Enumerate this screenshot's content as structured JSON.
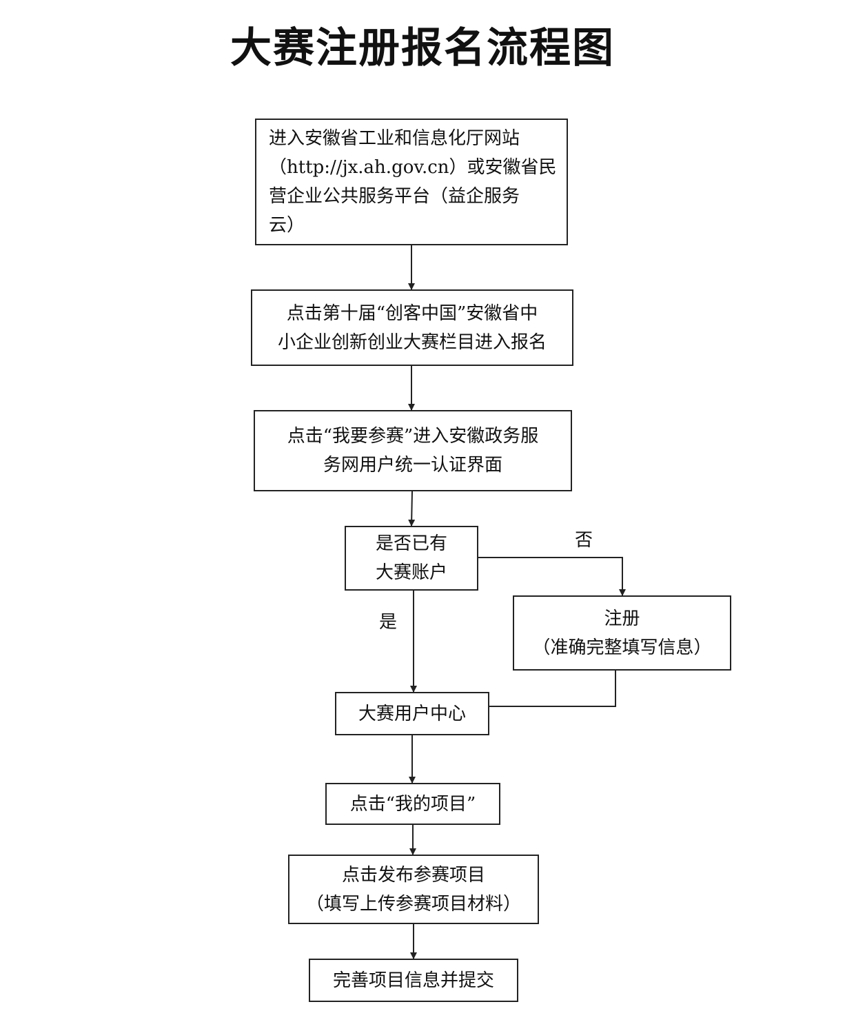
{
  "title": "大赛注册报名流程图",
  "nodes": {
    "step1": {
      "lines": [
        "进入安徽省工业和信息化厅网站",
        "（http://jx.ah.gov.cn）或安徽省民",
        "营企业公共服务平台（益企服务",
        "云）"
      ]
    },
    "step2": {
      "lines": [
        "点击第十届“创客中国”安徽省中",
        "小企业创新创业大赛栏目进入报名"
      ]
    },
    "step3": {
      "lines": [
        "点击“我要参赛”进入安徽政务服",
        "务网用户统一认证界面"
      ]
    },
    "decision": {
      "lines": [
        "是否已有",
        "大赛账户"
      ]
    },
    "register": {
      "lines": [
        "注册",
        "（准确完整填写信息）"
      ]
    },
    "user_center": {
      "lines": [
        "大赛用户中心"
      ]
    },
    "my_projects": {
      "lines": [
        "点击“我的项目”"
      ]
    },
    "publish": {
      "lines": [
        "点击发布参赛项目",
        "（填写上传参赛项目材料）"
      ]
    },
    "submit": {
      "lines": [
        "完善项目信息并提交"
      ]
    }
  },
  "edge_labels": {
    "no": "否",
    "yes": "是"
  }
}
